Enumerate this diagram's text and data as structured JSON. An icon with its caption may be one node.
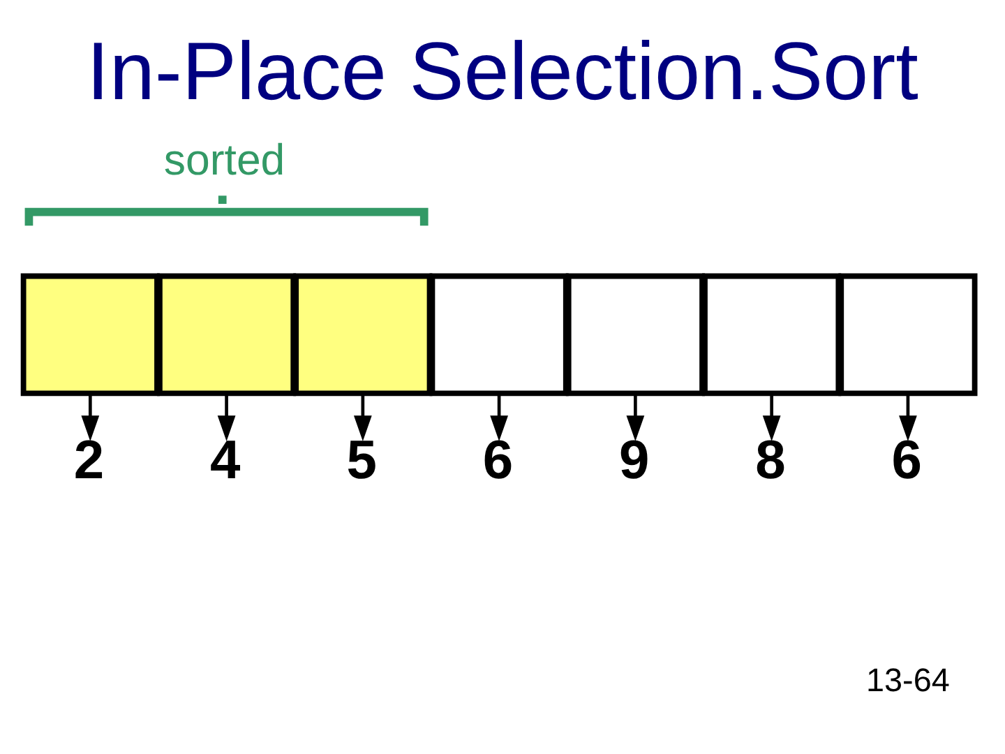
{
  "diagram": {
    "title": "In-Place Selection.Sort",
    "nodes": [
      {
        "text": [],
        "shape": "box"
      },
      {
        "text": [],
        "shape": "box"
      },
      {
        "text": [],
        "shape": "box"
      },
      {
        "text": [],
        "shape": "box"
      },
      {
        "text": [],
        "shape": "box"
      },
      {
        "text": [],
        "shape": "box"
      },
      {
        "text": [],
        "shape": "box"
      },
      {
        "text": [
          "2"
        ]
      },
      {
        "text": [
          "4"
        ]
      },
      {
        "text": [
          "5"
        ]
      },
      {
        "text": [
          "6"
        ]
      },
      {
        "text": [
          "9"
        ]
      },
      {
        "text": [
          "8"
        ]
      },
      {
        "text": [
          "6"
        ]
      }
    ],
    "edges": [
      {
        "from": 0,
        "to": 7,
        "arrow": "to"
      },
      {
        "from": 1,
        "to": 8,
        "arrow": "to"
      },
      {
        "from": 2,
        "to": 9,
        "arrow": "to"
      },
      {
        "from": 3,
        "to": 10,
        "arrow": "to"
      },
      {
        "from": 4,
        "to": 11,
        "arrow": "to"
      },
      {
        "from": 5,
        "to": 12,
        "arrow": "to"
      },
      {
        "from": 6,
        "to": 13,
        "arrow": "to"
      }
    ],
    "labels": [
      "sorted",
      "13-64"
    ]
  }
}
